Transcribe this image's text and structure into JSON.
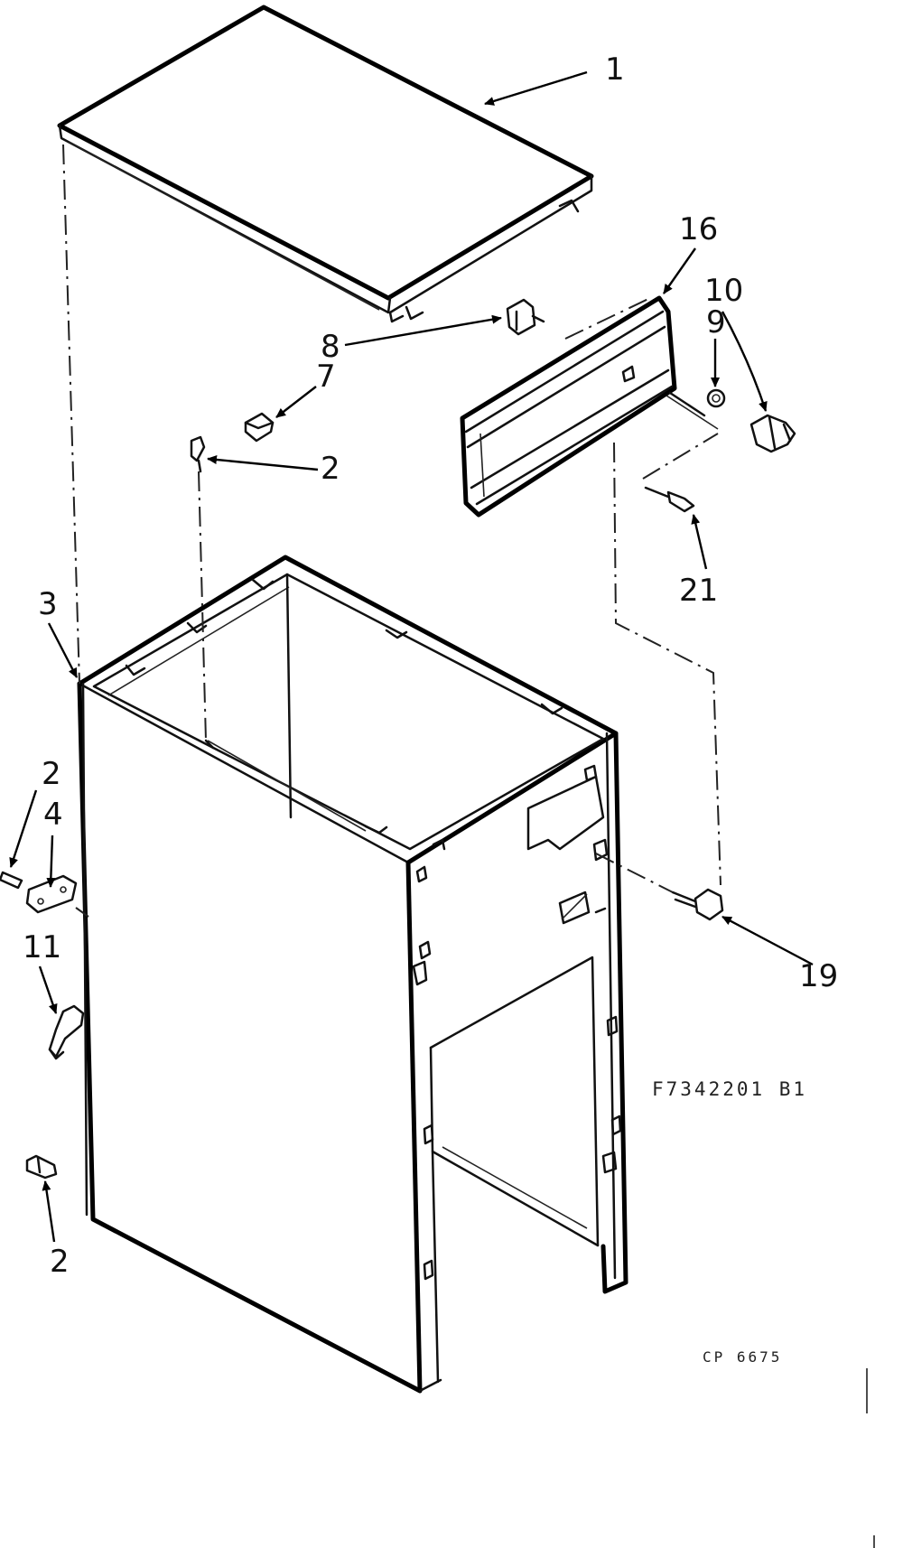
{
  "labels": {
    "p1": "1",
    "p16": "16",
    "p10": "10",
    "p9": "9",
    "p8": "8",
    "p7": "7",
    "p2a": "2",
    "p21": "21",
    "p3": "3",
    "p2b": "2",
    "p4": "4",
    "p11": "11",
    "p19": "19",
    "p2c": "2"
  },
  "codes": {
    "drawing_number": "F7342201 B1",
    "page_code": "CP 6675"
  }
}
